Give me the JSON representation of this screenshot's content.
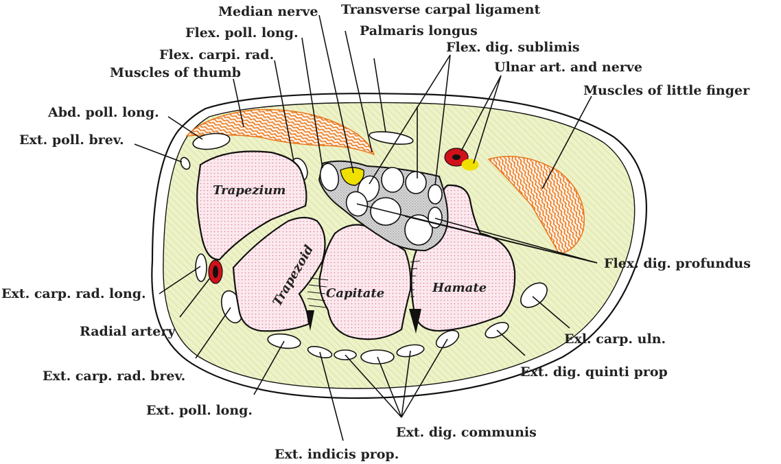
{
  "colors": {
    "background": "#ffffff",
    "outline": "#111111",
    "soft_tissue": "#eef2c8",
    "hatch": "#c9d88c",
    "bone_fill": "#fbe9ee",
    "bone_dots": "#e07c98",
    "muscle": "#e8761c",
    "nerve": "#f0e000",
    "artery": "#d0101a",
    "canal_fill": "#d8d8d8",
    "text": "#222222"
  },
  "labels": {
    "median_nerve": "Median nerve",
    "transverse_carpal_ligament": "Transverse carpal ligament",
    "flex_poll_long": "Flex. poll. long.",
    "palmaris_longus": "Palmaris longus",
    "flex_carpi_rad": "Flex. carpi. rad.",
    "flex_dig_sublimis": "Flex. dig. sublimis",
    "muscles_of_thumb": "Muscles of thumb",
    "ulnar_art_and_nerve": "Ulnar art. and nerve",
    "muscles_of_little_finger": "Muscles of little finger",
    "abd_poll_long": "Abd. poll. long.",
    "ext_poll_brev": "Ext. poll. brev.",
    "flex_dig_profundus": "Flex. dig. profundus",
    "ext_carp_rad_long": "Ext. carp. rad. long.",
    "radial_artery": "Radial artery",
    "exl_carp_uln": "Exl. carp. uln.",
    "ext_dig_quinti_prop": "Ext. dig. quinti prop",
    "ext_carp_rad_brev": "Ext. carp. rad. brev.",
    "ext_poll_long": "Ext. poll. long.",
    "ext_dig_communis": "Ext. dig. communis",
    "ext_indicis_prop": "Ext. indicis prop."
  },
  "bones": {
    "trapezium": "Trapezium",
    "trapezoid": "Trapezoid",
    "capitate": "Capitate",
    "hamate": "Hamate"
  }
}
